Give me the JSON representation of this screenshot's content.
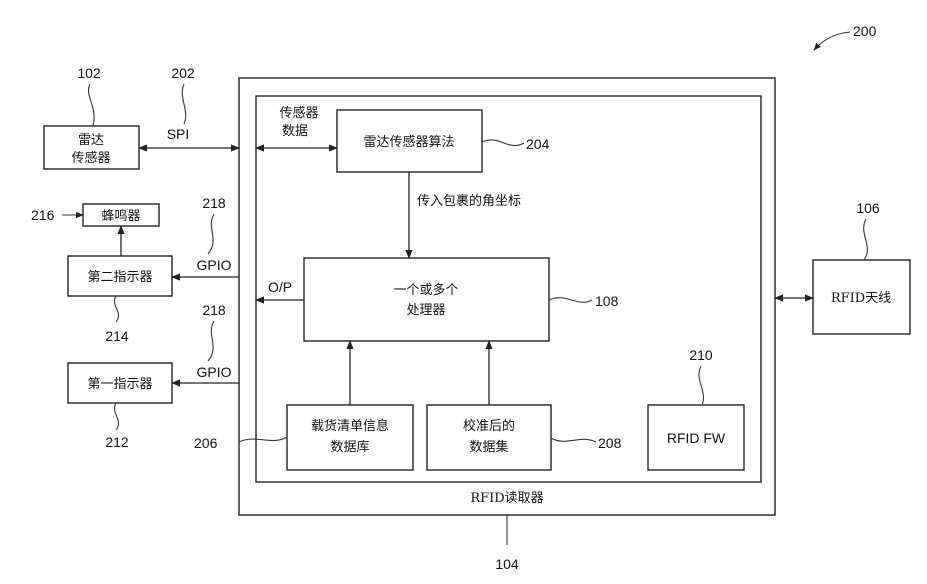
{
  "figure": {
    "ref_number": "200",
    "components": {
      "radar_sensor": {
        "label_line1": "雷达",
        "label_line2": "传感器",
        "ref": "102"
      },
      "rfid_reader": {
        "label": "RFID读取器",
        "ref": "104"
      },
      "rfid_antenna": {
        "label": "RFID天线",
        "ref": "106"
      },
      "processors": {
        "label_line1": "一个或多个",
        "label_line2": "处理器",
        "ref": "108"
      },
      "radar_algorithm": {
        "label": "雷达传感器算法",
        "ref": "204"
      },
      "manifest_db": {
        "label_line1": "载货清单信息",
        "label_line2": "数据库",
        "ref": "206"
      },
      "calibrated_dataset": {
        "label_line1": "校准后的",
        "label_line2": "数据集",
        "ref": "208"
      },
      "rfid_fw": {
        "label": "RFID FW",
        "ref": "210"
      },
      "first_indicator": {
        "label": "第一指示器",
        "ref": "212"
      },
      "second_indicator": {
        "label": "第二指示器",
        "ref": "214"
      },
      "buzzer": {
        "label": "蜂鸣器",
        "ref": "216"
      }
    },
    "connections": {
      "spi": {
        "label": "SPI",
        "ref": "202"
      },
      "sensor_data": {
        "label_line1": "传感器",
        "label_line2": "数据"
      },
      "angle_coords": {
        "label": "传入包裹的角坐标"
      },
      "output": {
        "label": "O/P"
      },
      "gpio_upper": {
        "label": "GPIO",
        "ref": "218"
      },
      "gpio_lower": {
        "label": "GPIO",
        "ref": "218"
      }
    }
  }
}
